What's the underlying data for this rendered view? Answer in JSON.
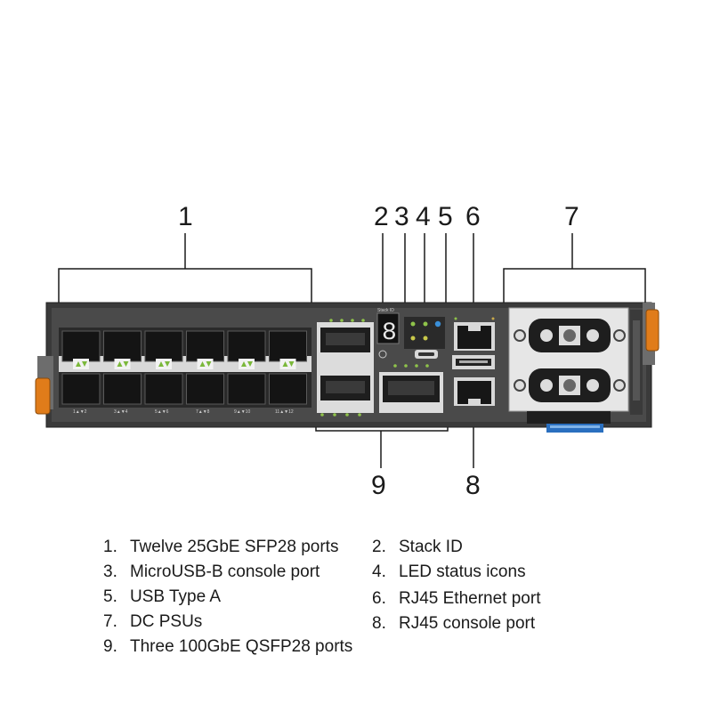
{
  "callouts": [
    "1",
    "2",
    "3",
    "4",
    "5",
    "6",
    "7",
    "8",
    "9"
  ],
  "panel": {
    "port_pair_labels": [
      "1▲▼2",
      "3▲▼4",
      "5▲▼6",
      "7▲▼8",
      "9▲▼10",
      "11▲▼12"
    ],
    "stack_id_label": "Stack ID",
    "stack_digit": "8"
  },
  "legend": [
    {
      "num": "1.",
      "text": "Twelve 25GbE SFP28 ports"
    },
    {
      "num": "2.",
      "text": "Stack ID"
    },
    {
      "num": "3.",
      "text": "MicroUSB-B console port"
    },
    {
      "num": "4.",
      "text": "LED status icons"
    },
    {
      "num": "5.",
      "text": "USB Type A"
    },
    {
      "num": "6.",
      "text": "RJ45 Ethernet port"
    },
    {
      "num": "7.",
      "text": "DC PSUs"
    },
    {
      "num": "8.",
      "text": "RJ45 console port"
    },
    {
      "num": "9.",
      "text": "Three 100GbE QSFP28 ports"
    }
  ]
}
